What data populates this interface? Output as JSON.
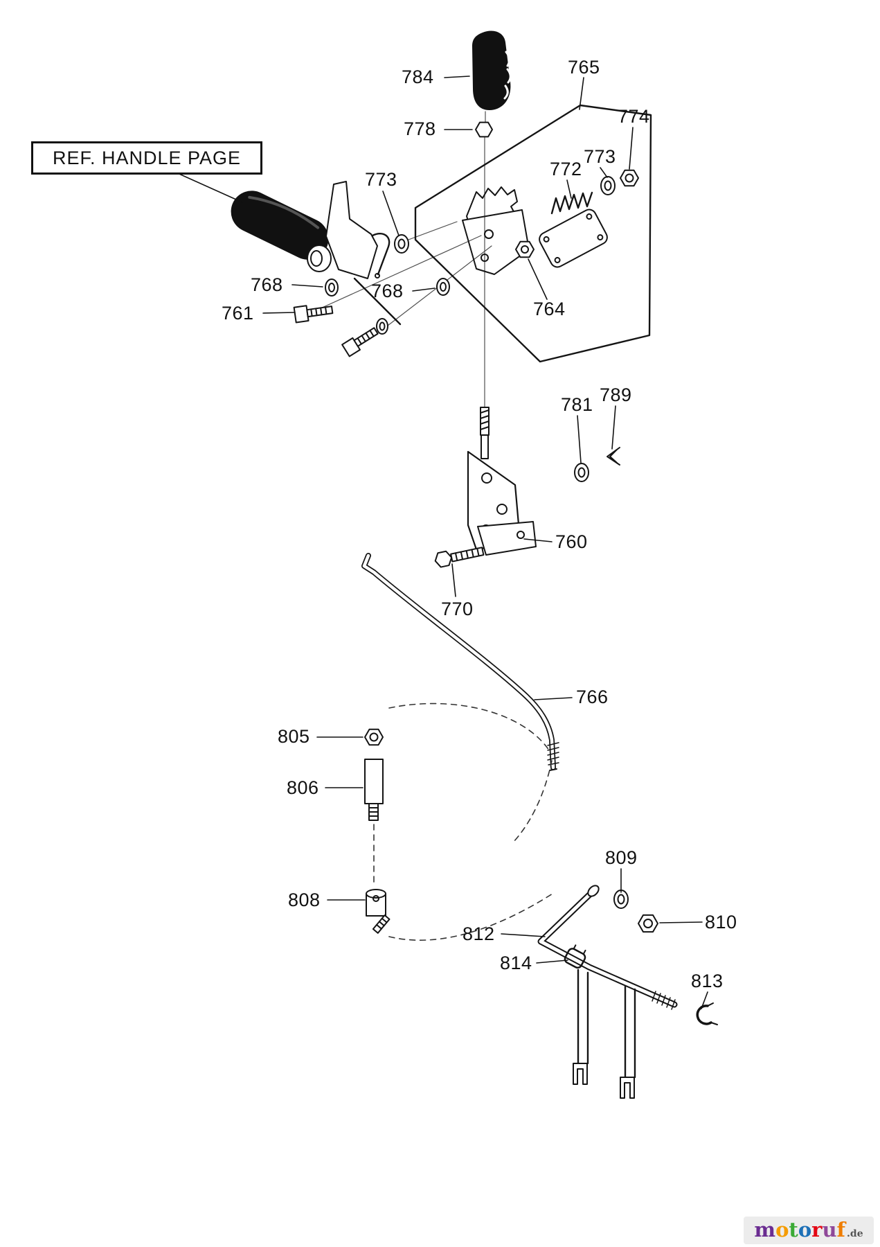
{
  "ref_note": {
    "text": "REF. HANDLE PAGE"
  },
  "labels": {
    "l784": "784",
    "l778": "778",
    "l765": "765",
    "l774": "774",
    "l773_right": "773",
    "l772": "772",
    "l773_left": "773",
    "l768_left": "768",
    "l761": "761",
    "l768_mid": "768",
    "l764": "764",
    "l781": "781",
    "l789": "789",
    "l760": "760",
    "l770": "770",
    "l766": "766",
    "l805": "805",
    "l806": "806",
    "l808": "808",
    "l809": "809",
    "l810": "810",
    "l812": "812",
    "l814": "814",
    "l813": "813"
  },
  "watermark": {
    "letters": [
      {
        "ch": "m",
        "color": "#6a2c91"
      },
      {
        "ch": "o",
        "color": "#f59c00"
      },
      {
        "ch": "t",
        "color": "#3aaa35"
      },
      {
        "ch": "o",
        "color": "#1d70b7"
      },
      {
        "ch": "r",
        "color": "#e30613"
      },
      {
        "ch": "u",
        "color": "#8f4899"
      },
      {
        "ch": "f",
        "color": "#ef7d00"
      }
    ],
    "suffix": ".de"
  },
  "colors": {
    "line": "#141414",
    "background": "#ffffff"
  }
}
